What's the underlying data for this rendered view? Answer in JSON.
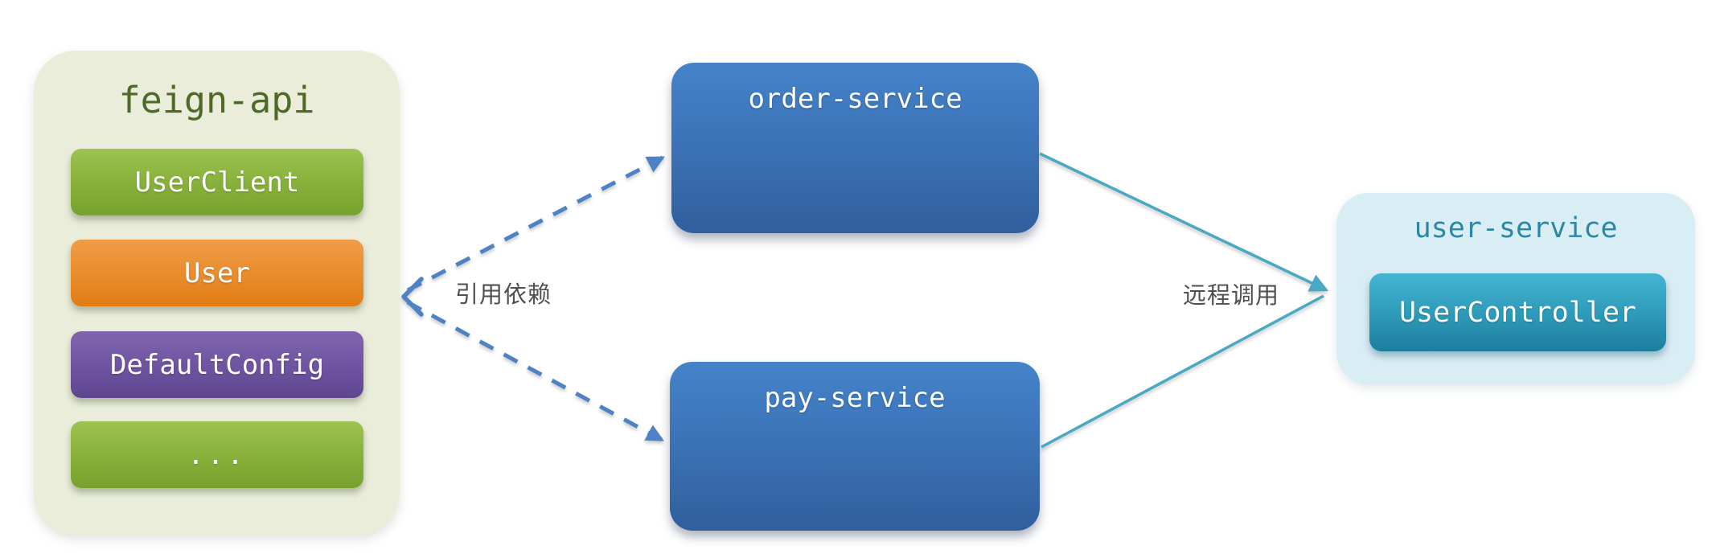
{
  "diagram": {
    "background": "#ffffff",
    "feign_panel": {
      "title": "feign-api",
      "items": [
        {
          "label": "UserClient",
          "color_key": "green"
        },
        {
          "label": "User",
          "color_key": "orange"
        },
        {
          "label": "DefaultConfig",
          "color_key": "purple"
        },
        {
          "label": "...",
          "color_key": "green"
        }
      ]
    },
    "services": [
      {
        "label": "order-service"
      },
      {
        "label": "pay-service"
      }
    ],
    "user_panel": {
      "title": "user-service",
      "item": "UserController"
    },
    "edges": {
      "dependency_label": "引用依赖",
      "remote_call_label": "远程调用"
    },
    "colors": {
      "feign_panel_bg": "#e9edda",
      "feign_title_text": "#4e6a28",
      "green_pill": "#86b03a",
      "orange_pill": "#e98c2c",
      "purple_pill": "#6e54a0",
      "service_box_blue": "#3a70b4",
      "user_panel_bg": "#d9edf5",
      "user_title_text": "#2c87a2",
      "user_controller_teal": "#2d99b8",
      "dashed_arrow": "#4d82c4",
      "solid_arrow": "#4aa9c2",
      "edge_label_text": "#4f4f4f"
    }
  }
}
